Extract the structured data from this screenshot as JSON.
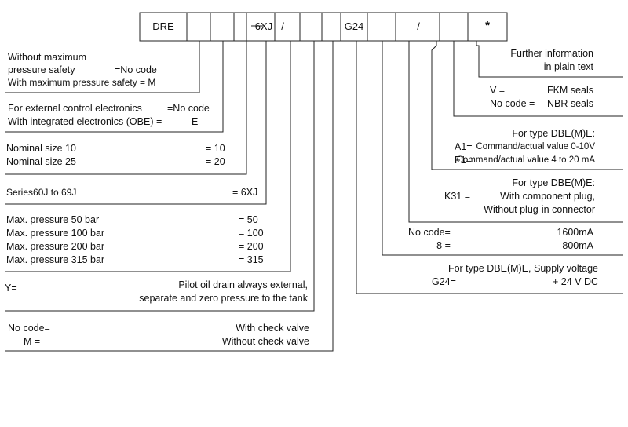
{
  "code_boxes": {
    "prefix": "DRE",
    "series": "6XJ",
    "series_slash": "/",
    "voltage": "G24",
    "slash": "/",
    "star": "*"
  },
  "options": {
    "pressure_safety": {
      "without_line1": "Without maximum",
      "without_line2": "pressure safety",
      "without_code": "=No code",
      "with": "With maximum pressure safety = M"
    },
    "electronics": {
      "external": "For external control electronics",
      "external_code": "=No code",
      "integrated": "With integrated electronics (OBE) =",
      "integrated_code": "E"
    },
    "nominal_size": {
      "size10": "Nominal size 10",
      "size10_code": "= 10",
      "size25": "Nominal size 25",
      "size25_code": "= 20"
    },
    "series": {
      "label": "Series60J to 69J",
      "code": "= 6XJ"
    },
    "max_pressure": {
      "p50": "Max.  pressure  50 bar",
      "p50_code": "= 50",
      "p100": "Max.  pressure  100 bar",
      "p100_code": "= 100",
      "p200": "Max.  pressure  200 bar",
      "p200_code": "= 200",
      "p315": "Max.  pressure  315 bar",
      "p315_code": "= 315"
    },
    "pilot_drain": {
      "code": "Y=",
      "line1": "Pilot oil drain always external,",
      "line2": "separate and zero pressure to the tank"
    },
    "check_valve": {
      "nocode": "No code=",
      "nocode_desc": "With check valve",
      "m": "M   =",
      "m_desc": "Without check valve"
    },
    "further_info": {
      "line1": "Further information",
      "line2": "in plain text"
    },
    "seals": {
      "v": "V =",
      "v_desc": "FKM seals",
      "nocode": "No code =",
      "nocode_desc": "NBR seals"
    },
    "command": {
      "header": "For type DBE(M)E:",
      "a1": "A1=",
      "a1_desc": "Command/actual value 0-10V",
      "f1": "F1=",
      "f1_desc": "Command/actual value 4 to 20 mA"
    },
    "plug": {
      "header": "For type DBE(M)E:",
      "code": "K31 =",
      "line1": "With component plug,",
      "line2": "Without plug-in connector"
    },
    "current": {
      "nocode": "No code=",
      "nocode_val": "1600mA",
      "minus8": "-8 =",
      "minus8_val": "800mA"
    },
    "supply": {
      "header": "For type DBE(M)E, Supply voltage",
      "code": "G24=",
      "value": "+ 24 V DC"
    }
  }
}
